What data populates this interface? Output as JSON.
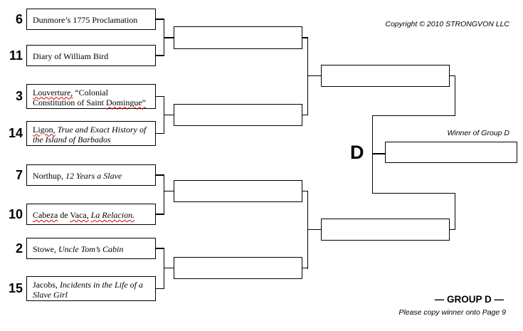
{
  "header": {
    "copyright": "Copyright © 2010 STRONGVON LLC"
  },
  "final": {
    "group_letter": "D",
    "winner_label": "Winner of Group D"
  },
  "footer": {
    "group_label": "— GROUP D —",
    "instruction": "Please copy winner onto Page 9"
  },
  "colors": {
    "ink": "#000000",
    "background": "#ffffff",
    "spellcheck_underline": "#e00000"
  },
  "bracket": {
    "entries": [
      {
        "seed": "6",
        "segments": [
          {
            "text": "Dunmore’s 1775 Proclamation"
          }
        ]
      },
      {
        "seed": "11",
        "segments": [
          {
            "text": "Diary of William Bird"
          }
        ]
      },
      {
        "seed": "3",
        "segments": [
          {
            "text": "Louverture,",
            "error": true
          },
          {
            "text": " “Colonial Constitution of Saint "
          },
          {
            "text": "Domingue”",
            "error": true
          }
        ]
      },
      {
        "seed": "14",
        "segments": [
          {
            "text": "Ligon,",
            "error": true
          },
          {
            "text": " "
          },
          {
            "text": "True and Exact History of the Island of Barbados",
            "italic": true
          }
        ]
      },
      {
        "seed": "7",
        "segments": [
          {
            "text": "Northup, "
          },
          {
            "text": "12 Years a Slave",
            "italic": true
          }
        ]
      },
      {
        "seed": "10",
        "segments": [
          {
            "text": "Cabeza",
            "error": true
          },
          {
            "text": " de "
          },
          {
            "text": "Vaca,",
            "error": true
          },
          {
            "text": " "
          },
          {
            "text": "La Relacion.",
            "italic": true,
            "error": true
          }
        ]
      },
      {
        "seed": "2",
        "segments": [
          {
            "text": "Stowe, "
          },
          {
            "text": "Uncle Tom’s Cabin",
            "italic": true
          }
        ]
      },
      {
        "seed": "15",
        "segments": [
          {
            "text": "Jacobs, "
          },
          {
            "text": "Incidents in the Life of a Slave Girl",
            "italic": true
          }
        ]
      }
    ]
  }
}
